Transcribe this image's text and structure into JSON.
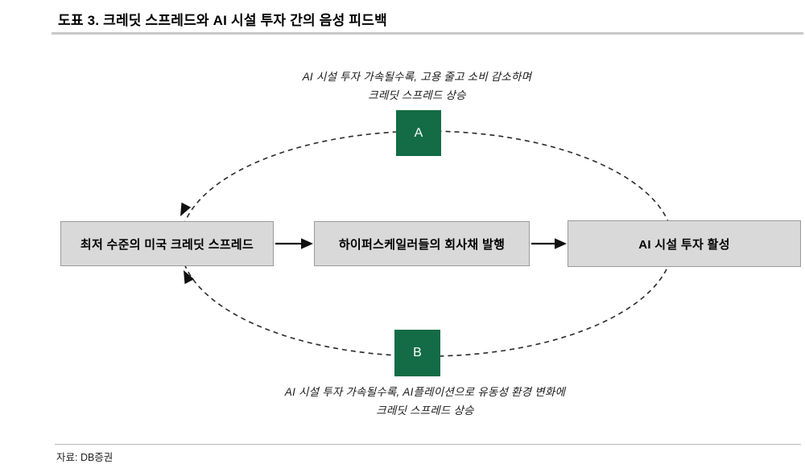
{
  "header": {
    "title": "도표 3. 크레딧 스프레드와 AI 시설 투자 간의 음성 피드백"
  },
  "diagram": {
    "type": "feedback-loop-flowchart",
    "nodes": [
      {
        "id": "credit-spread",
        "label": "최저 수준의 미국 크레딧 스프레드"
      },
      {
        "id": "bond-issuance",
        "label": "하이퍼스케일러들의 회사채 발행"
      },
      {
        "id": "ai-investment",
        "label": "AI 시설 투자 활성"
      }
    ],
    "flow_arrows": [
      {
        "from": "credit-spread",
        "to": "bond-issuance",
        "style": "solid"
      },
      {
        "from": "bond-issuance",
        "to": "ai-investment",
        "style": "solid"
      },
      {
        "from": "ai-investment",
        "to": "credit-spread",
        "style": "dashed-ellipse-top",
        "marker": "A"
      },
      {
        "from": "ai-investment",
        "to": "credit-spread",
        "style": "dashed-ellipse-bottom",
        "marker": "B"
      }
    ],
    "loops": [
      {
        "label": "A",
        "annotation_line1": "AI 시설 투자 가속될수록, 고용 줄고 소비 감소하며",
        "annotation_line2": "크레딧 스프레드 상승"
      },
      {
        "label": "B",
        "annotation_line1": "AI 시설 투자 가속될수록, AI플레이션으로 유동성 환경 변화에",
        "annotation_line2": "크레딧 스프레드 상승"
      }
    ],
    "colors": {
      "loop_marker_green": "#136c45",
      "node_fill": "#d9d9d9",
      "node_border": "#9a9a9a",
      "arrow_black": "#1a1a1a",
      "dashed_line": "#2a2a2a"
    }
  },
  "footer": {
    "source": "자료: DB증권"
  }
}
